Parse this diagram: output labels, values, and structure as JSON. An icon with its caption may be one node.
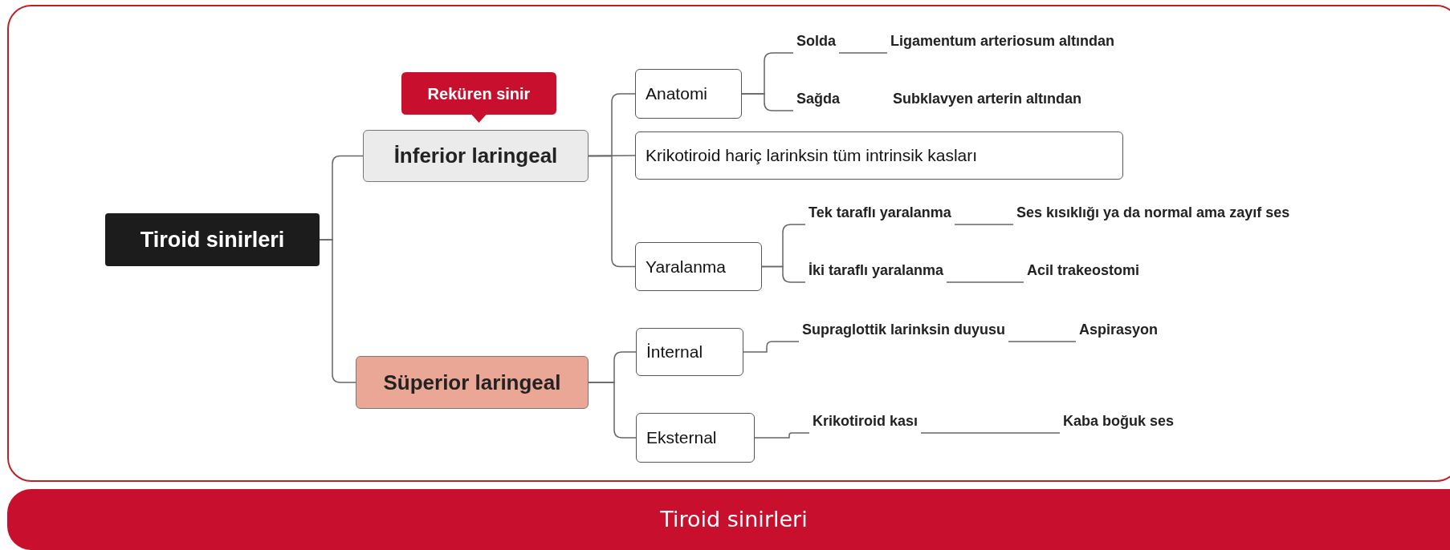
{
  "diagram": {
    "caption": "Tiroid sinirleri",
    "nodes": [
      {
        "text": [
          "Tiroid sinirleri"
        ]
      },
      {
        "text": [
          "Reküren sinir"
        ]
      },
      {
        "text": [
          "İnferior laringeal"
        ]
      },
      {
        "text": [
          "Anatomi"
        ]
      },
      {
        "text": [
          "Solda"
        ]
      },
      {
        "text": [
          "Ligamentum arteriosum altından"
        ]
      },
      {
        "text": [
          "Sağda"
        ]
      },
      {
        "text": [
          "Subklavyen arterin altından"
        ]
      },
      {
        "text": [
          "Krikotiroid hariç larinksin tüm intrinsik kasları"
        ]
      },
      {
        "text": [
          "Yaralanma"
        ]
      },
      {
        "text": [
          "Tek taraflı yaralanma"
        ]
      },
      {
        "text": [
          "Ses kısıklığı ya da normal ama zayıf ses"
        ]
      },
      {
        "text": [
          "İki taraflı yaralanma"
        ]
      },
      {
        "text": [
          "Acil trakeostomi"
        ]
      },
      {
        "text": [
          "Süperior laringeal"
        ]
      },
      {
        "text": [
          "İnternal"
        ]
      },
      {
        "text": [
          "Supraglottik larinksin duyusu"
        ]
      },
      {
        "text": [
          "Aspirasyon"
        ]
      },
      {
        "text": [
          "Eksternal"
        ]
      },
      {
        "text": [
          "Krikotiroid kası"
        ]
      },
      {
        "text": [
          "Kaba boğuk ses"
        ]
      }
    ],
    "edges": [
      {
        "from": 0,
        "to": 2,
        "arrow": "none"
      },
      {
        "from": 0,
        "to": 14,
        "arrow": "none"
      },
      {
        "from": 2,
        "to": 3,
        "arrow": "none"
      },
      {
        "from": 2,
        "to": 8,
        "arrow": "none"
      },
      {
        "from": 2,
        "to": 9,
        "arrow": "none"
      },
      {
        "from": 3,
        "to": 4,
        "arrow": "none"
      },
      {
        "from": 3,
        "to": 6,
        "arrow": "none"
      },
      {
        "from": 4,
        "to": 5,
        "arrow": "none"
      },
      {
        "from": 9,
        "to": 10,
        "arrow": "none"
      },
      {
        "from": 9,
        "to": 12,
        "arrow": "none"
      },
      {
        "from": 10,
        "to": 11,
        "arrow": "none"
      },
      {
        "from": 12,
        "to": 13,
        "arrow": "none"
      },
      {
        "from": 14,
        "to": 15,
        "arrow": "none"
      },
      {
        "from": 14,
        "to": 18,
        "arrow": "none"
      },
      {
        "from": 15,
        "to": 16,
        "arrow": "none"
      },
      {
        "from": 16,
        "to": 17,
        "arrow": "none"
      },
      {
        "from": 18,
        "to": 19,
        "arrow": "none"
      },
      {
        "from": 19,
        "to": 20,
        "arrow": "none"
      }
    ]
  }
}
